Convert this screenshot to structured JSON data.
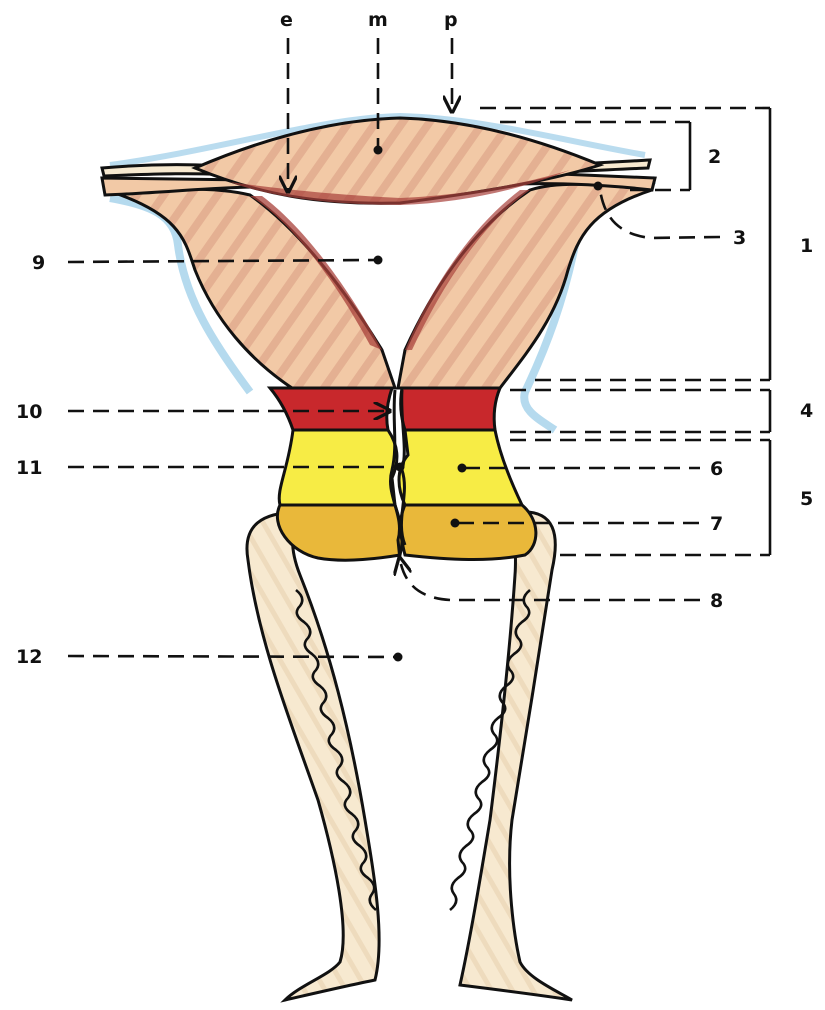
{
  "labels": {
    "e": "e",
    "m": "m",
    "p": "p",
    "n1": "1",
    "n2": "2",
    "n3": "3",
    "n4": "4",
    "n5": "5",
    "n6": "6",
    "n7": "7",
    "n8": "8",
    "n9": "9",
    "n10": "10",
    "n11": "11",
    "n12": "12"
  },
  "colors": {
    "tissue": "#f2c9a6",
    "muscle_stripe": "#d9907a",
    "dark_muscle": "#a8403a",
    "isthmus": "#c8282c",
    "cervix_upper": "#f7ec45",
    "cervix_lower": "#e9b83a",
    "vagina": "#f7e9d0",
    "serosa": "#9ccde8"
  }
}
